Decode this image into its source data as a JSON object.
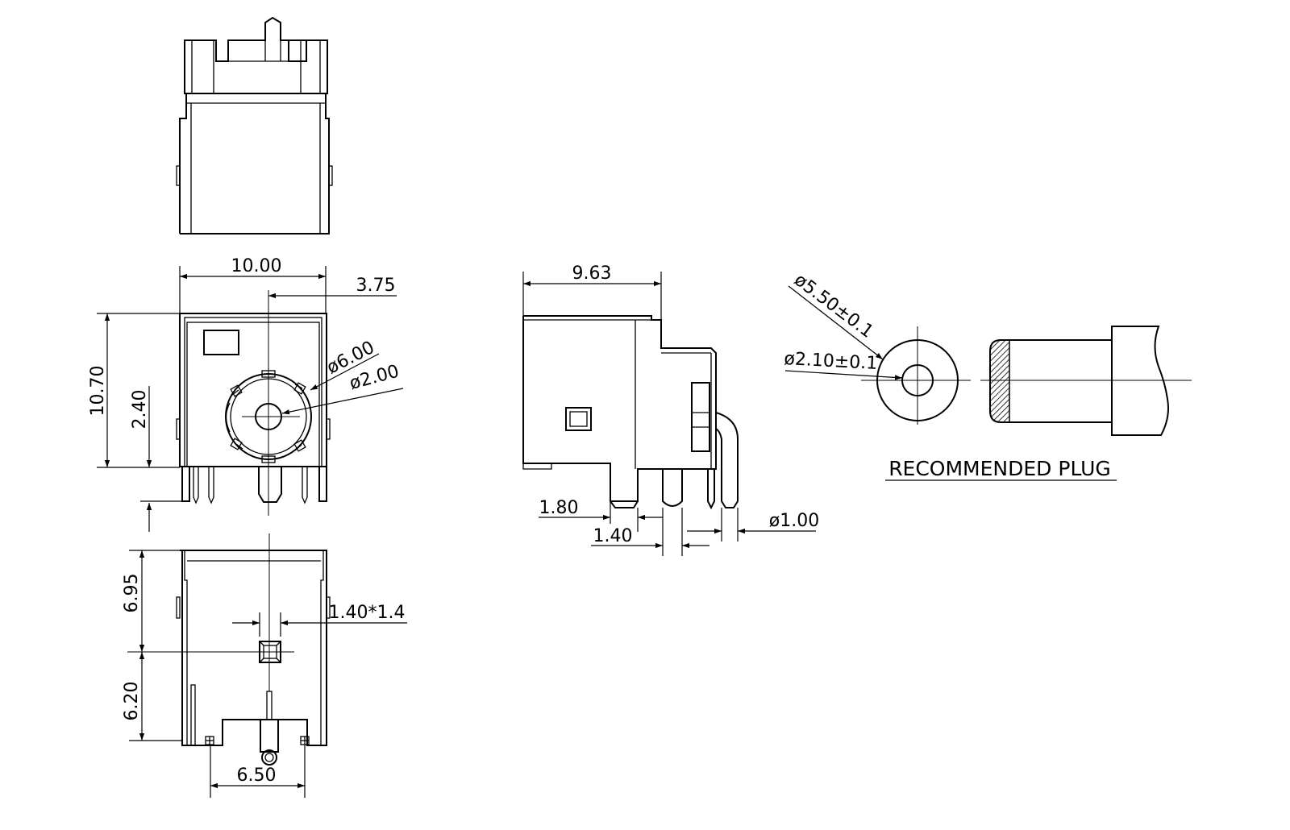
{
  "dimensions": {
    "front_width": "10.00",
    "center_offset": "3.75",
    "overall_height": "10.70",
    "center_height": "2.40",
    "outer_dia": "ø6.00",
    "pin_dia": "ø2.00",
    "body_depth": "9.63",
    "pin_spacing_a": "1.80",
    "pin_spacing_b": "1.40",
    "pin_dia_side": "ø1.00",
    "bottom_upper": "6.95",
    "bottom_lower": "6.20",
    "square_pad": "1.40*1.4",
    "pin_span": "6.50",
    "plug_outer": "ø5.50±0.1",
    "plug_inner": "ø2.10±0.1"
  },
  "labels": {
    "recommended_plug": "RECOMMENDED PLUG"
  }
}
